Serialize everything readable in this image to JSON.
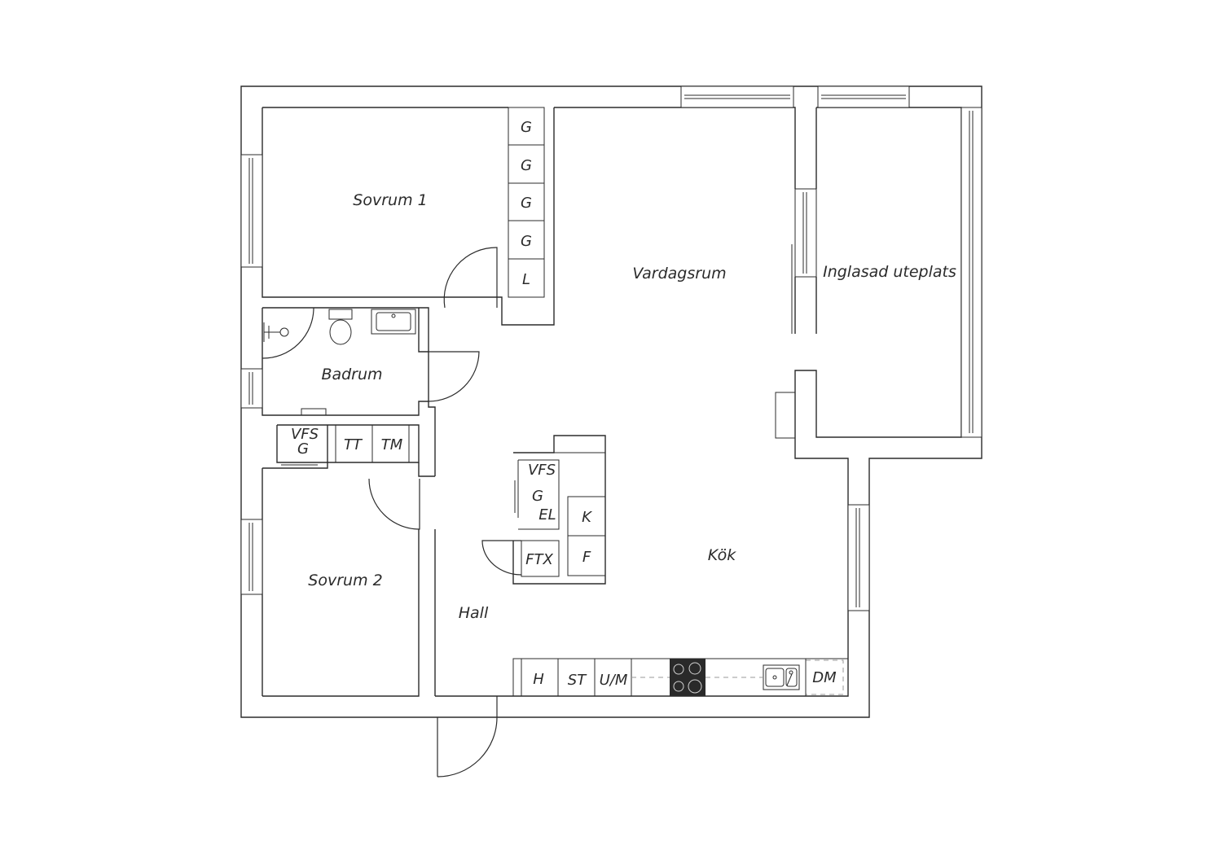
{
  "rooms": {
    "sovrum1": "Sovrum 1",
    "vardagsrum": "Vardagsrum",
    "inglasad": "Inglasad uteplats",
    "badrum": "Badrum",
    "sovrum2": "Sovrum 2",
    "hall": "Hall",
    "kok": "Kök"
  },
  "fixtures": {
    "wardrobe1": [
      "G",
      "G",
      "G",
      "G",
      "L"
    ],
    "laundry": {
      "vfs": "VFS",
      "g": "G",
      "tt": "TT",
      "tm": "TM"
    },
    "hall_closet": {
      "vfs": "VFS",
      "g": "G",
      "el": "EL",
      "ftx": "FTX"
    },
    "fridge": {
      "k": "K",
      "f": "F"
    },
    "kitchen": {
      "h": "H",
      "st": "ST",
      "um": "U/M",
      "dm": "DM"
    }
  },
  "colors": {
    "line": "#2b2b2b",
    "background": "#ffffff",
    "stove": "#2a2a2a"
  }
}
